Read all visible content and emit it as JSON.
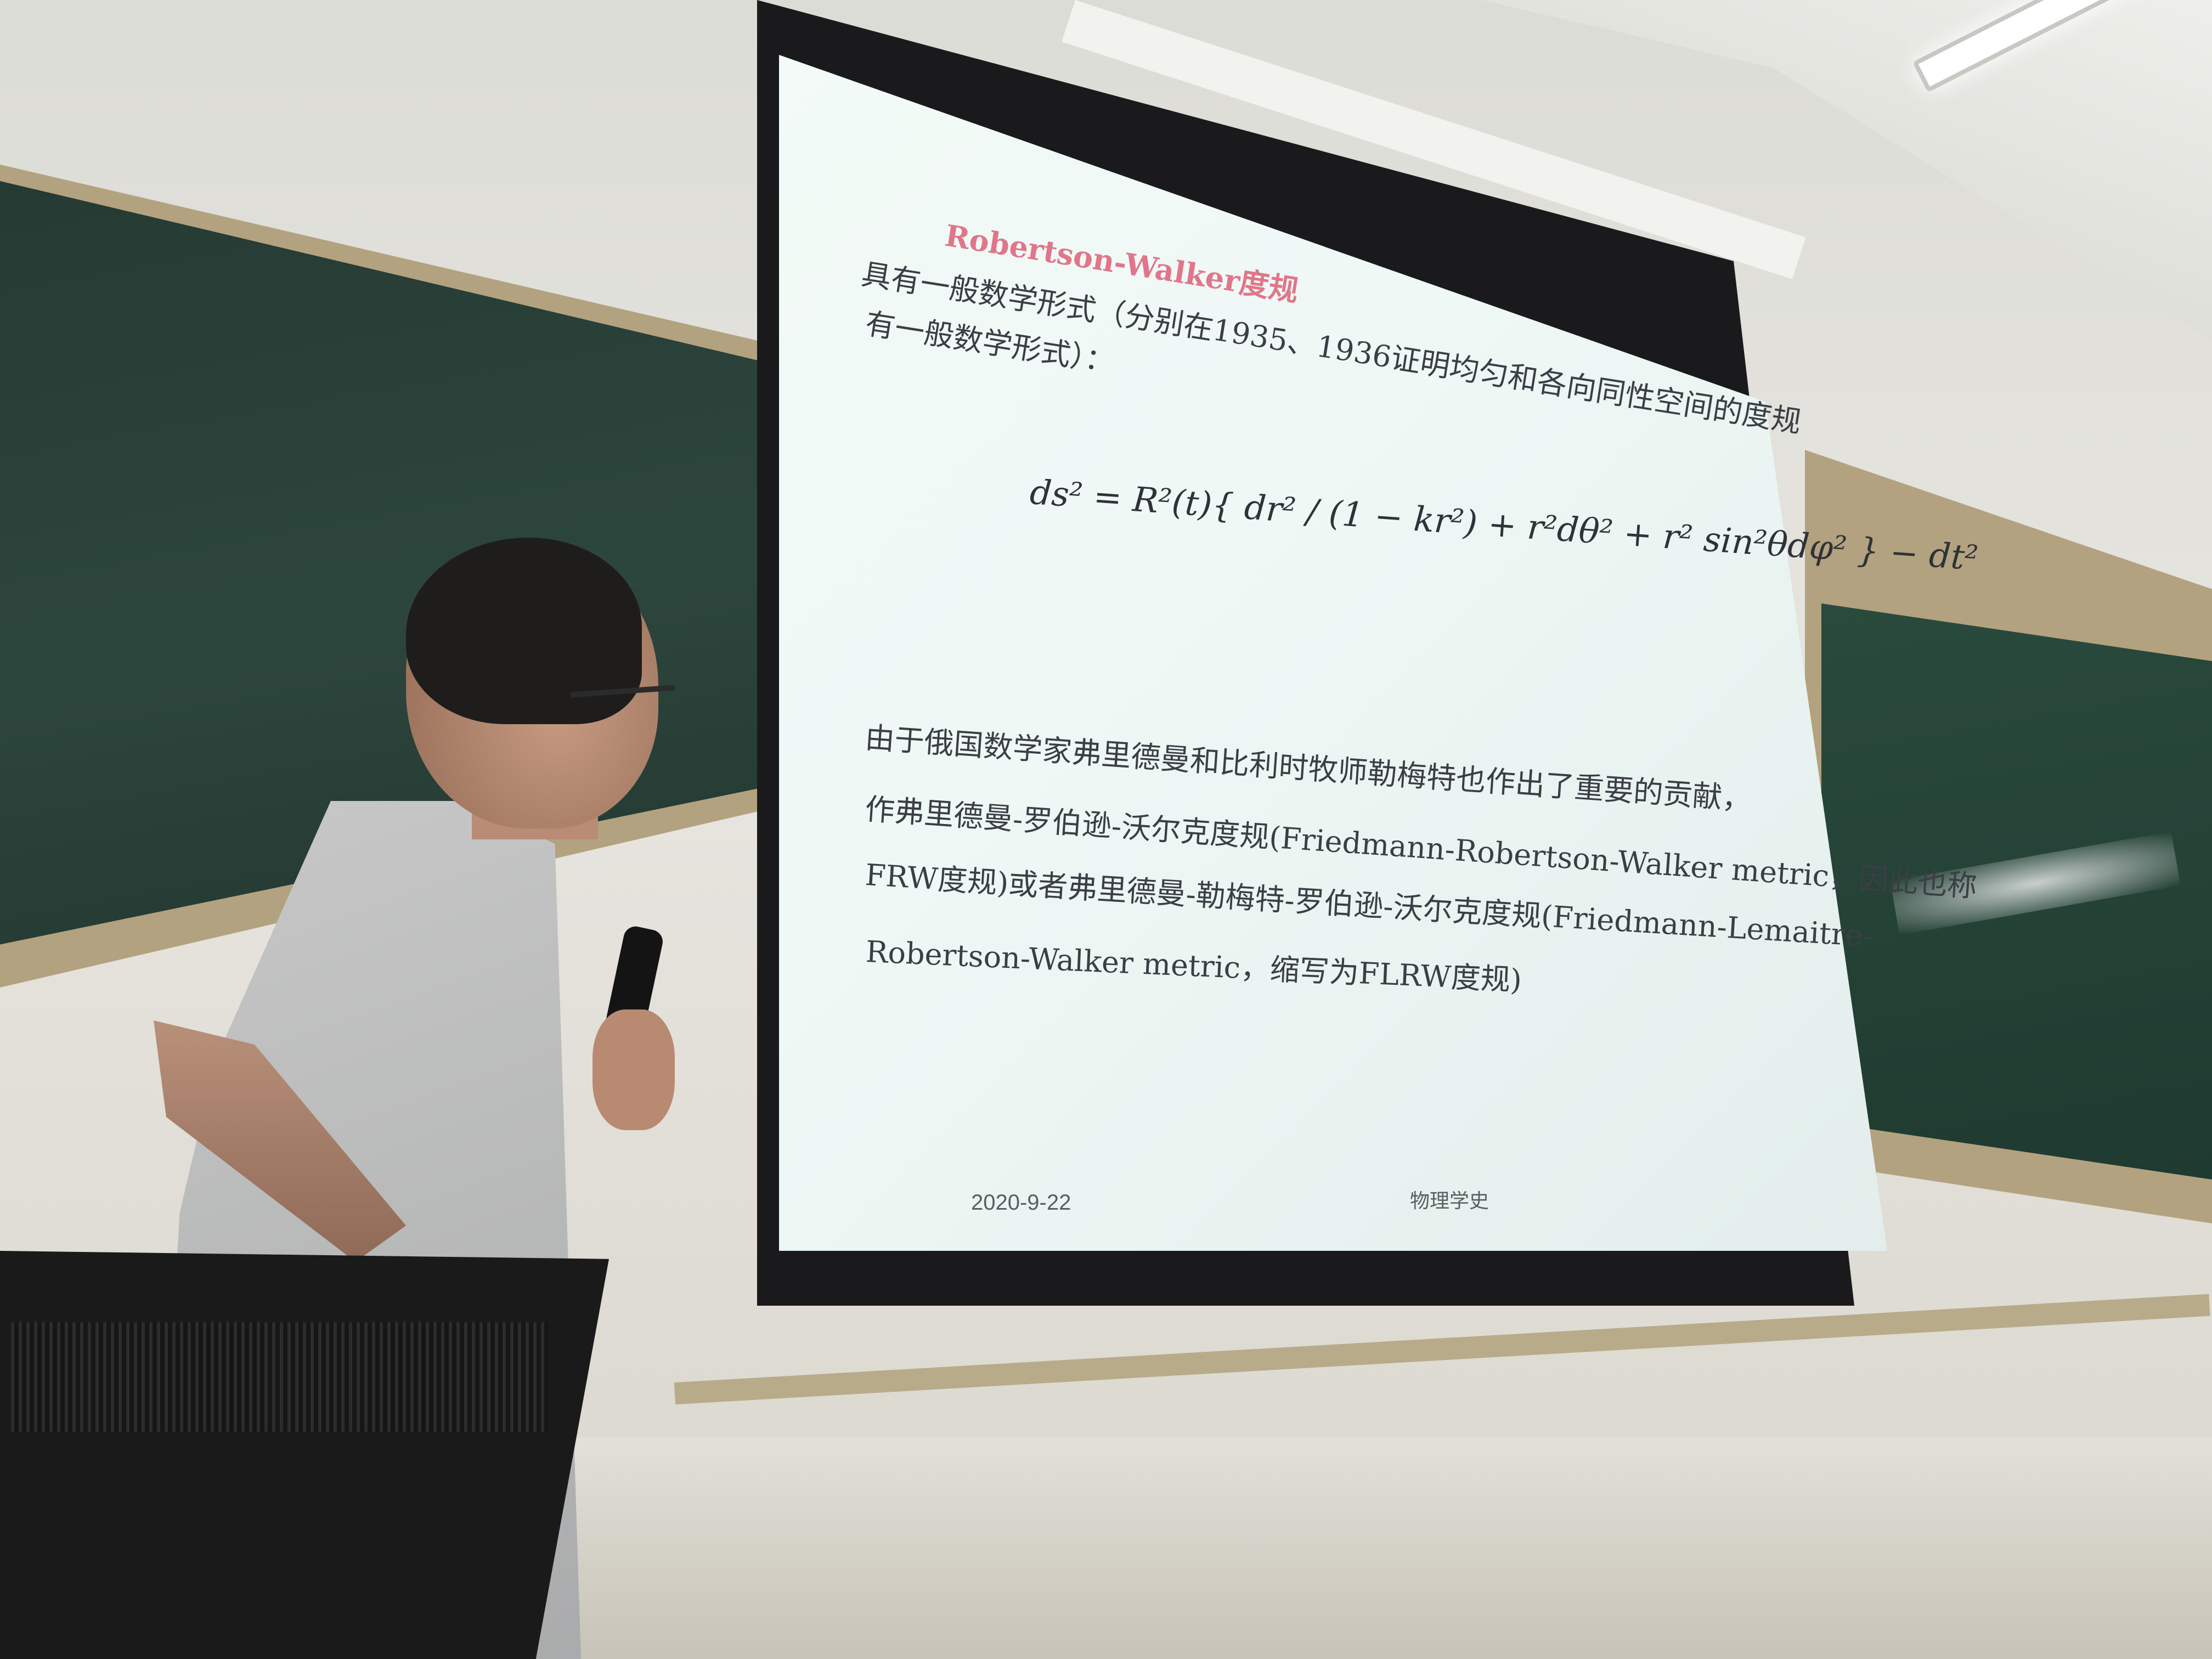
{
  "slide": {
    "title": "Robertson-Walker度规",
    "intro_line_1": "具有一般数学形式（分别在1935、1936证明均匀和各向同性空间的度规",
    "intro_line_2": "有一般数学形式）：",
    "formula": "ds² = R²(t){ dr² / (1 − kr²) + r²dθ² + r² sin²θdφ² } − dt²",
    "paragraph_lines": [
      "由于俄国数学家弗里德曼和比利时牧师勒梅特也作出了重要的贡献，",
      "作弗里德曼-罗伯逊-沃尔克度规(Friedmann-Robertson-Walker metric，因此也称",
      "FRW度规)或者弗里德曼-勒梅特-罗伯逊-沃尔克度规(Friedmann-Lemaitre-",
      "Robertson-Walker metric，缩写为FLRW度规)",
      ""
    ],
    "footer_date": "2020-9-22",
    "footer_course": "物理学史"
  },
  "colors": {
    "title": "#e0768a",
    "slide_text": "#3b3e45",
    "board": "#253a33",
    "shirt": "#c7c8c7"
  }
}
